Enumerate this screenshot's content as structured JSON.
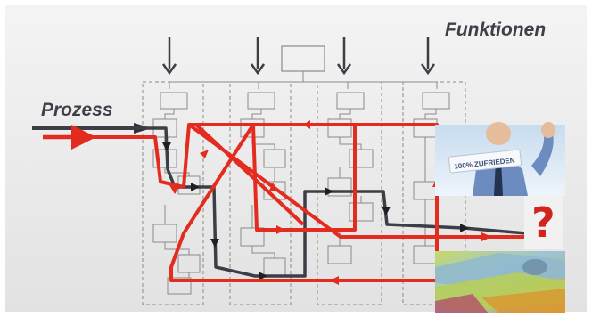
{
  "labels": {
    "functions": "Funktionen",
    "process": "Prozess"
  },
  "pictures": [
    {
      "depicts": "satisfied-businessman-holding-sign",
      "sign_text": "100% ZUFRIEDEN"
    },
    {
      "depicts": "red-question-mark",
      "glyph": "?"
    },
    {
      "depicts": "swiss-banknotes"
    }
  ],
  "colors": {
    "process_line": "#e32b20",
    "dark_line": "#3b3e44",
    "grid_lines": "#8a8a8a",
    "label_text": "#3d4046",
    "background_panel": "#e9e9e9"
  }
}
